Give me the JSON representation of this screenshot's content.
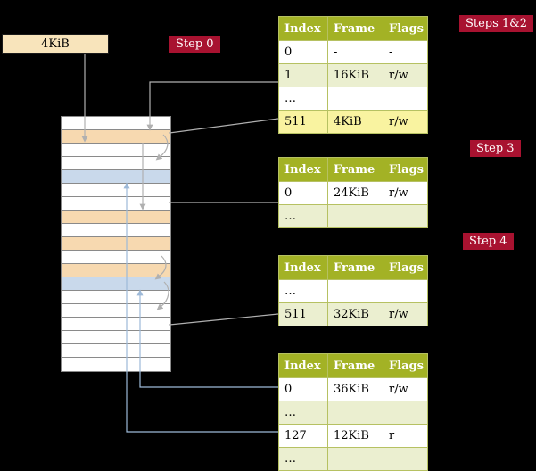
{
  "title_box": {
    "label": "4KiB"
  },
  "step_labels": {
    "step0": "Step 0",
    "steps_1_2": "Steps 1&2",
    "step3": "Step 3",
    "step4": "Step 4"
  },
  "page_tables": [
    {
      "caption": "table-for-steps-1-and-2",
      "headers": [
        "Index",
        "Frame",
        "Flags"
      ],
      "rows": [
        {
          "cells": [
            "0",
            "-",
            "-"
          ],
          "style": "plain"
        },
        {
          "cells": [
            "1",
            "16KiB",
            "r/w"
          ],
          "style": "green"
        },
        {
          "cells": [
            "…",
            "",
            ""
          ],
          "style": "plain"
        },
        {
          "cells": [
            "511",
            "4KiB",
            "r/w"
          ],
          "style": "yellow"
        }
      ]
    },
    {
      "caption": "table-for-step-3",
      "headers": [
        "Index",
        "Frame",
        "Flags"
      ],
      "rows": [
        {
          "cells": [
            "0",
            "24KiB",
            "r/w"
          ],
          "style": "plain"
        },
        {
          "cells": [
            "…",
            "",
            ""
          ],
          "style": "green"
        }
      ]
    },
    {
      "caption": "table-for-step-4",
      "headers": [
        "Index",
        "Frame",
        "Flags"
      ],
      "rows": [
        {
          "cells": [
            "…",
            "",
            ""
          ],
          "style": "plain"
        },
        {
          "cells": [
            "511",
            "32KiB",
            "r/w"
          ],
          "style": "green"
        }
      ]
    },
    {
      "caption": "final-table",
      "headers": [
        "Index",
        "Frame",
        "Flags"
      ],
      "rows": [
        {
          "cells": [
            "0",
            "36KiB",
            "r/w"
          ],
          "style": "plain"
        },
        {
          "cells": [
            "…",
            "",
            ""
          ],
          "style": "green"
        },
        {
          "cells": [
            "127",
            "12KiB",
            "r"
          ],
          "style": "plain"
        },
        {
          "cells": [
            "…",
            "",
            ""
          ],
          "style": "green"
        }
      ]
    }
  ],
  "memory_column": {
    "row_colors": [
      "white",
      "peach",
      "white",
      "white",
      "blue",
      "white",
      "white",
      "peach",
      "white",
      "peach",
      "white",
      "peach",
      "blue",
      "white",
      "white",
      "white",
      "white",
      "white",
      "white"
    ]
  },
  "colors": {
    "step_label_bg": "#a81230",
    "table_header_bg": "#a3b225",
    "cell_border": "#b6c162",
    "row_green": "#ebefd0",
    "row_yellow": "#f9f3a0",
    "memory_peach": "#f7d9b0",
    "memory_blue": "#c9d9eb",
    "box_fill": "#f8e4bb",
    "arrow_gray": "#b0b0b0",
    "arrow_blue": "#9db9d8"
  }
}
